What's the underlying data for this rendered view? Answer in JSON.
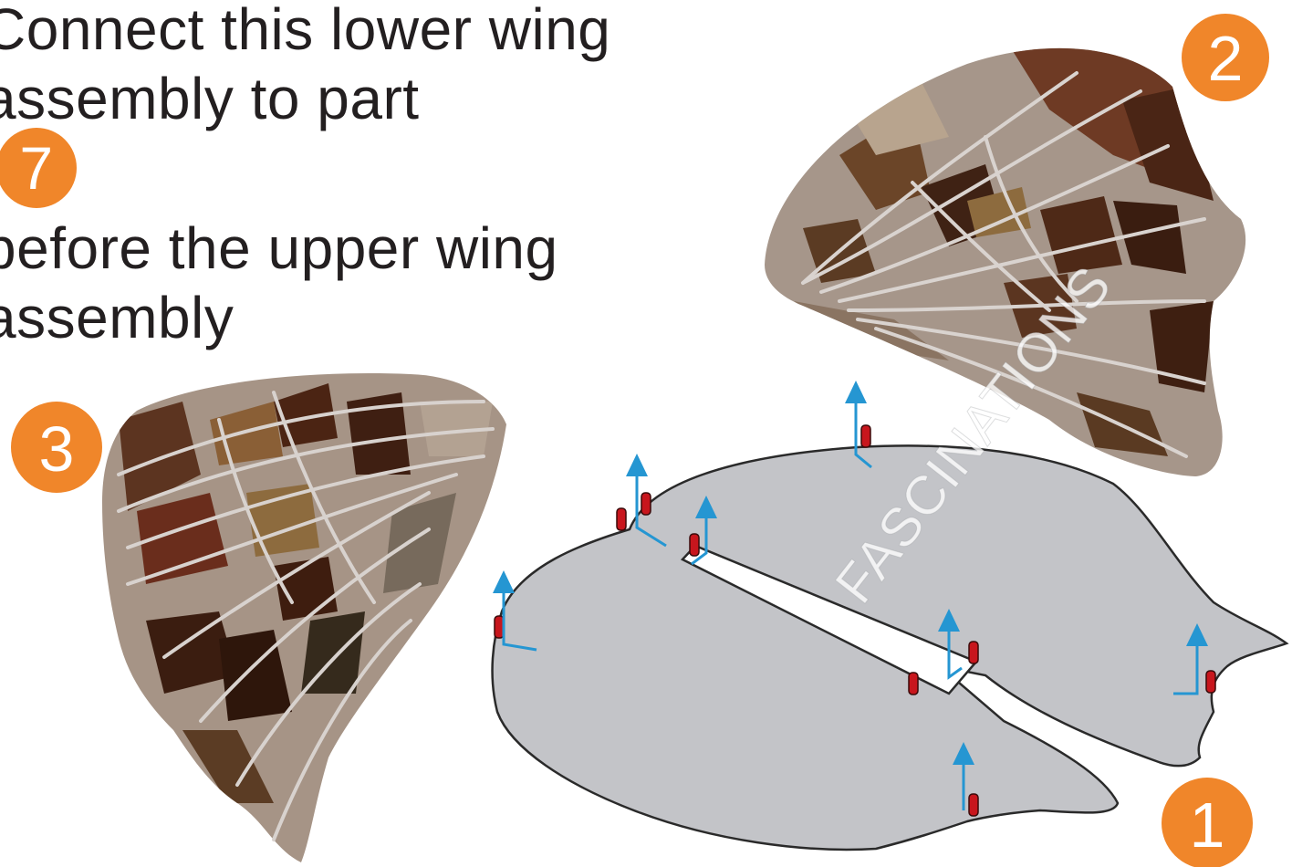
{
  "instruction": {
    "line1": "Connect this lower wing",
    "line2": "assembly to part",
    "line3": "before the upper wing",
    "line4": "assembly",
    "part_ref": "7"
  },
  "parts": {
    "upper_wing_label": "2",
    "lower_wing_label": "3",
    "base_frame_label": "1"
  },
  "watermark": "FASCINATIONS",
  "colors": {
    "badge": "#f0862a",
    "frame": "#c3c4c8",
    "arrow": "#2596d2",
    "tab": "#c8161d"
  }
}
